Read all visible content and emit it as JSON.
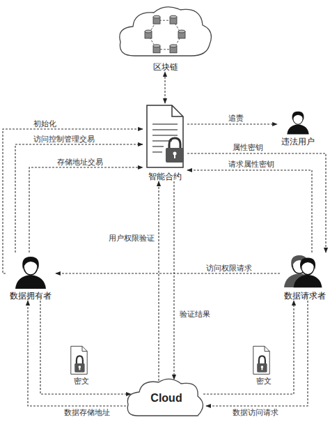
{
  "diagram": {
    "nodes": [
      {
        "text": [
          "区块链"
        ]
      },
      {
        "text": [
          "智能合约"
        ]
      },
      {
        "text": [
          "违法用户"
        ]
      },
      {
        "text": [
          "数据拥有者"
        ]
      },
      {
        "text": [
          "数据请求者"
        ]
      },
      {
        "text": [
          "Cloud"
        ]
      }
    ],
    "edges": [
      {
        "from": 1,
        "to": 0,
        "arrow": "both"
      },
      {
        "from": 3,
        "to": 1,
        "label": "初始化",
        "arrow": "to"
      },
      {
        "from": 3,
        "to": 1,
        "label": "访问控制管理交易",
        "arrow": "to"
      },
      {
        "from": 3,
        "to": 1,
        "label": "存储地址交易",
        "arrow": "to"
      },
      {
        "from": 1,
        "to": 2,
        "label": "追责",
        "arrow": "to"
      },
      {
        "from": 1,
        "to": 4,
        "label": "属性密钥",
        "arrow": "to"
      },
      {
        "from": 4,
        "to": 1,
        "label": "请求属性密钥",
        "arrow": "to"
      },
      {
        "from": 4,
        "to": 3,
        "label": "访问权限请求",
        "arrow": "to"
      },
      {
        "from": 5,
        "to": 1,
        "label": "用户权限验证",
        "arrow": "to"
      },
      {
        "from": 1,
        "to": 5,
        "label": "验证结果",
        "arrow": "to"
      },
      {
        "from": 3,
        "to": 5,
        "arrow": "to"
      },
      {
        "from": 5,
        "to": 3,
        "label": "数据存储地址",
        "arrow": "to"
      },
      {
        "from": 5,
        "to": 4,
        "arrow": "to"
      },
      {
        "from": 4,
        "to": 5,
        "label": "数据访问请求",
        "arrow": "to"
      }
    ],
    "labels": [
      "密文",
      "密文"
    ]
  }
}
